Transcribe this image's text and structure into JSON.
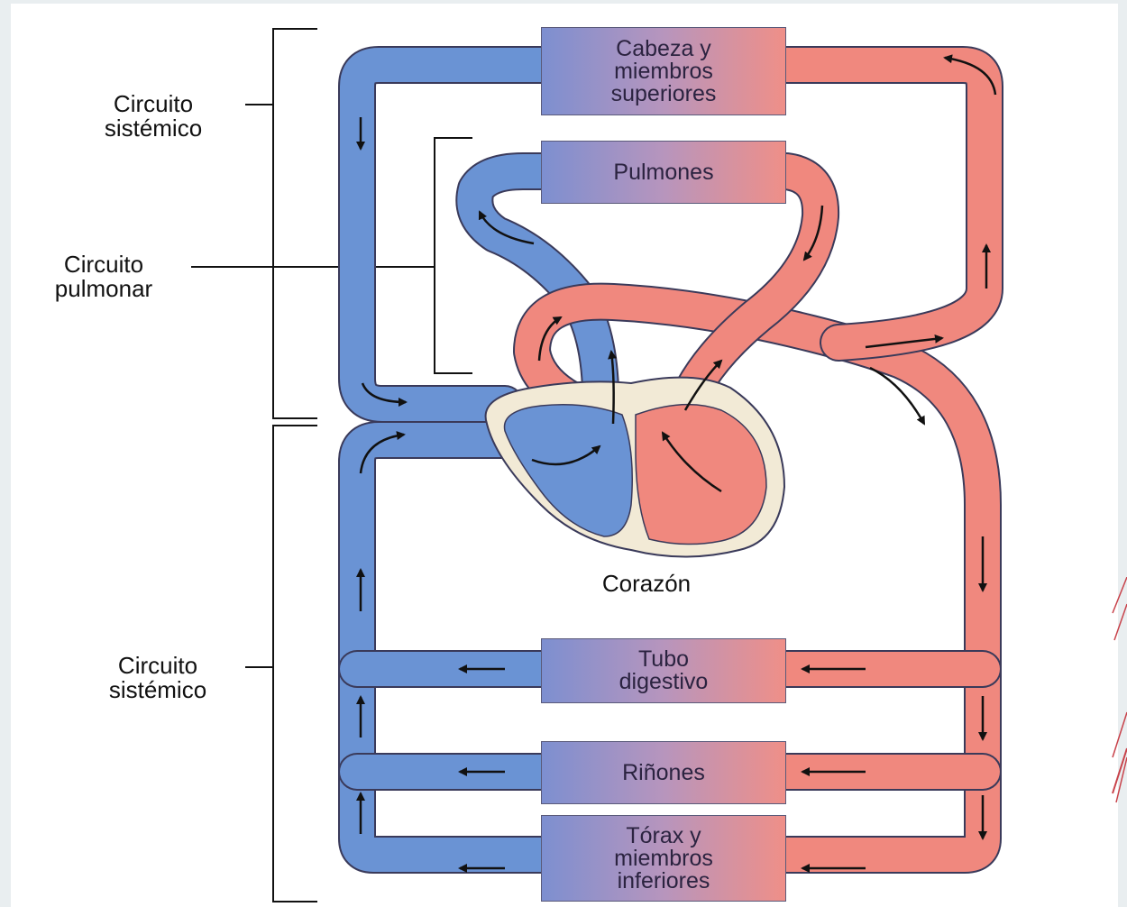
{
  "labels": {
    "systemic_top_line1": "Circuito",
    "systemic_top_line2": "sistémico",
    "pulmonary_line1": "Circuito",
    "pulmonary_line2": "pulmonar",
    "systemic_bottom_line1": "Circuito",
    "systemic_bottom_line2": "sistémico",
    "heart": "Corazón"
  },
  "organs": {
    "head_line1": "Cabeza y",
    "head_line2": "miembros",
    "head_line3": "superiores",
    "lungs": "Pulmones",
    "digestive_line1": "Tubo",
    "digestive_line2": "digestivo",
    "kidneys": "Riñones",
    "thorax_line1": "Tórax y",
    "thorax_line2": "miembros",
    "thorax_line3": "inferiores"
  },
  "colors": {
    "venous_blue": "#6a93d4",
    "arterial_red": "#f0887e",
    "outline": "#3a3a5a"
  }
}
